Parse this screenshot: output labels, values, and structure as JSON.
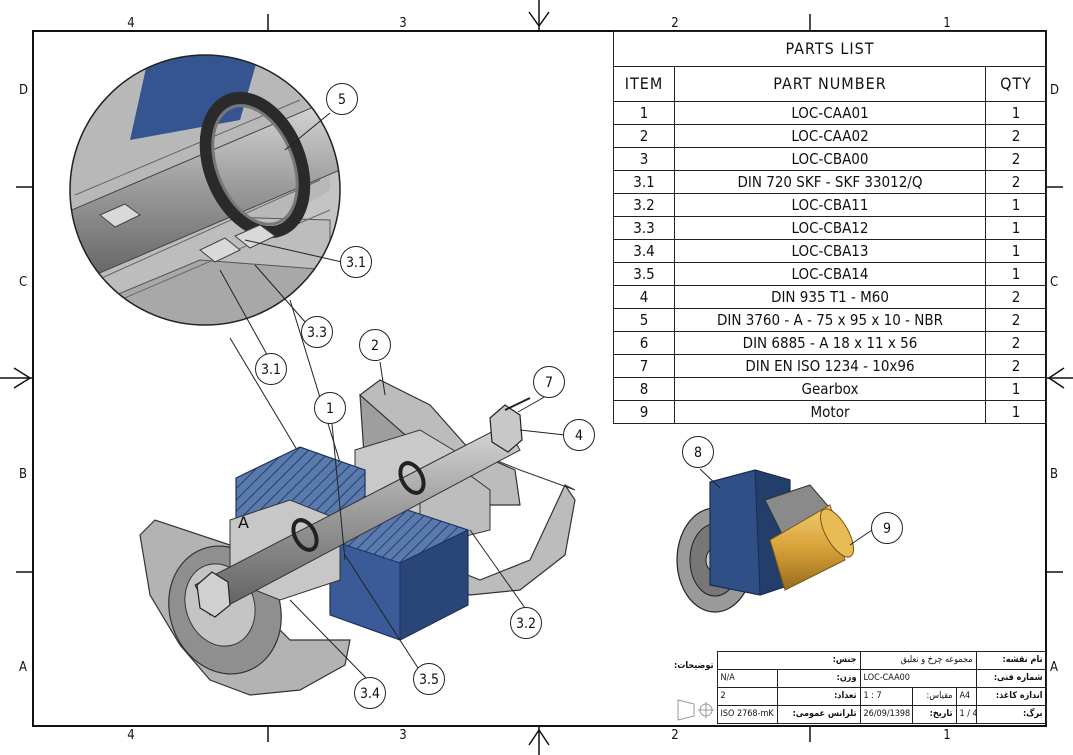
{
  "zones": {
    "columns": [
      "4",
      "3",
      "2",
      "1"
    ],
    "rows": [
      "D",
      "C",
      "B",
      "A"
    ]
  },
  "parts_list": {
    "title": "PARTS LIST",
    "headers": {
      "item": "ITEM",
      "part_number": "PART NUMBER",
      "qty": "QTY"
    },
    "rows": [
      {
        "item": "1",
        "part_number": "LOC-CAA01",
        "qty": "1"
      },
      {
        "item": "2",
        "part_number": "LOC-CAA02",
        "qty": "2"
      },
      {
        "item": "3",
        "part_number": "LOC-CBA00",
        "qty": "2"
      },
      {
        "item": "3.1",
        "part_number": "DIN 720 SKF - SKF 33012/Q",
        "qty": "2"
      },
      {
        "item": "3.2",
        "part_number": "LOC-CBA11",
        "qty": "1"
      },
      {
        "item": "3.3",
        "part_number": "LOC-CBA12",
        "qty": "1"
      },
      {
        "item": "3.4",
        "part_number": "LOC-CBA13",
        "qty": "1"
      },
      {
        "item": "3.5",
        "part_number": "LOC-CBA14",
        "qty": "1"
      },
      {
        "item": "4",
        "part_number": "DIN 935 T1 - M60",
        "qty": "2"
      },
      {
        "item": "5",
        "part_number": "DIN 3760 - A - 75 x 95 x 10 - NBR",
        "qty": "2"
      },
      {
        "item": "6",
        "part_number": "DIN 6885 - A 18 x 11 x 56",
        "qty": "2"
      },
      {
        "item": "7",
        "part_number": "DIN EN ISO 1234 - 10x96",
        "qty": "2"
      },
      {
        "item": "8",
        "part_number": "Gearbox",
        "qty": "1"
      },
      {
        "item": "9",
        "part_number": "Motor",
        "qty": "1"
      }
    ]
  },
  "balloons": {
    "b5": "5",
    "b3_1a": "3.1",
    "b3_3": "3.3",
    "b3_1b": "3.1",
    "b2": "2",
    "b1": "1",
    "b7": "7",
    "b4": "4",
    "b8": "8",
    "b9": "9",
    "b3_2": "3.2",
    "b3_5": "3.5",
    "b3_4": "3.4"
  },
  "detail_label": "A",
  "title_block": {
    "drawing_name_label": "نام نقشه:",
    "drawing_name_value": "مجموعه چرخ و تعلیق",
    "technical_number_label": "شماره فنی:",
    "technical_number_value": "LOC-CAA00",
    "paper_size_label": "اندازه کاغذ:",
    "paper_size_value": "A4",
    "sheet_label": "برگ:",
    "sheet_value": "1 / 4",
    "scale_label": "مقیاس:",
    "scale_value": "1 : 7",
    "date_label": "تاریخ:",
    "date_value": "26/09/1398",
    "material_label": "جنس:",
    "weight_label": "وزن:",
    "weight_value": "N/A",
    "count_label": "تعداد:",
    "count_value": "2",
    "tolerance_label": "تلرانس عمومی:",
    "tolerance_value": "ISO 2768-mK",
    "notes_label": "توضیحات:"
  },
  "colors": {
    "gearbox_blue": "#2f4f86",
    "motor_gold": "#d8a23a",
    "metal_gray": "#a9a9a9",
    "line": "#222222"
  }
}
